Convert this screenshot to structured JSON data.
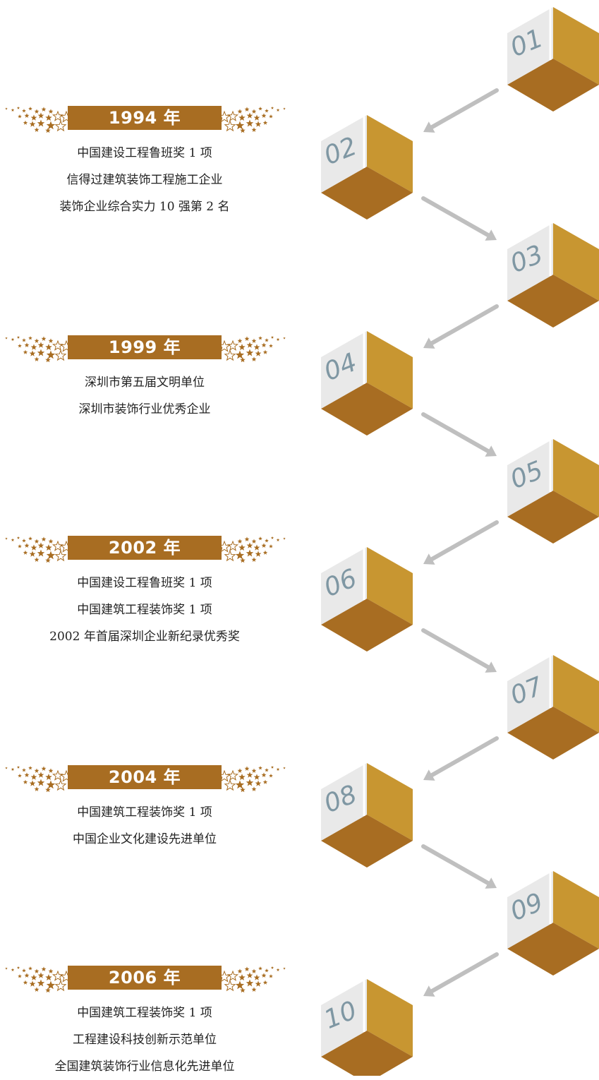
{
  "colors": {
    "accent": "#a86d22",
    "cube_light": "#c89631",
    "cube_dark": "#a86d22",
    "cube_face": "#e9e9e9",
    "arrow": "#bfbfbf"
  },
  "sections": [
    {
      "year": "1994 年",
      "lines": [
        "中国建设工程鲁班奖 1 项",
        "信得过建筑装饰工程施工企业",
        "装饰企业综合实力 10 强第 2 名"
      ]
    },
    {
      "year": "1999 年",
      "lines": [
        "深圳市第五届文明单位",
        "深圳市装饰行业优秀企业"
      ]
    },
    {
      "year": "2002 年",
      "lines": [
        "中国建设工程鲁班奖 1 项",
        "中国建筑工程装饰奖 1 项",
        "2002 年首届深圳企业新纪录优秀奖"
      ]
    },
    {
      "year": "2004 年",
      "lines": [
        "中国建筑工程装饰奖 1 项",
        "中国企业文化建设先进单位"
      ]
    },
    {
      "year": "2006 年",
      "lines": [
        "中国建筑工程装饰奖 1 项",
        "工程建设科技创新示范单位",
        "全国建筑装饰行业信息化先进单位"
      ]
    }
  ],
  "steps": [
    "01",
    "02",
    "03",
    "04",
    "05",
    "06",
    "07",
    "08",
    "09",
    "10"
  ]
}
